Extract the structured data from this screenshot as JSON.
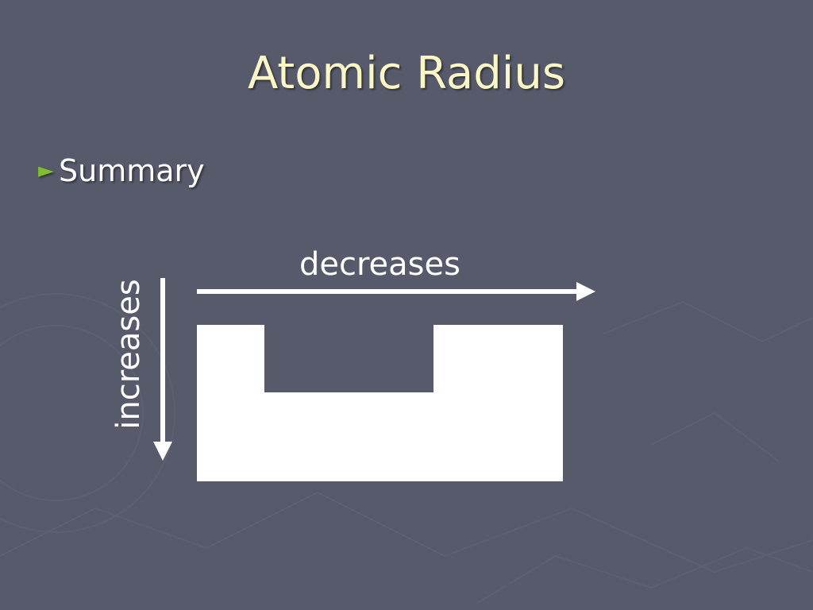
{
  "slide": {
    "title": "Atomic Radius",
    "bullet": {
      "marker": "►",
      "text": "Summary"
    }
  },
  "diagram": {
    "horizontal_arrow_label": "decreases",
    "vertical_arrow_label": "increases",
    "colors": {
      "background": "#575a6b",
      "title": "#fbf6c6",
      "bullet_marker": "#7fbf2e",
      "shapes": "#ffffff"
    },
    "icons": {
      "horizontal_arrow": "arrow-right-icon",
      "vertical_arrow": "arrow-down-icon",
      "periodic_table_outline": "periodic-table-shape-icon"
    }
  }
}
